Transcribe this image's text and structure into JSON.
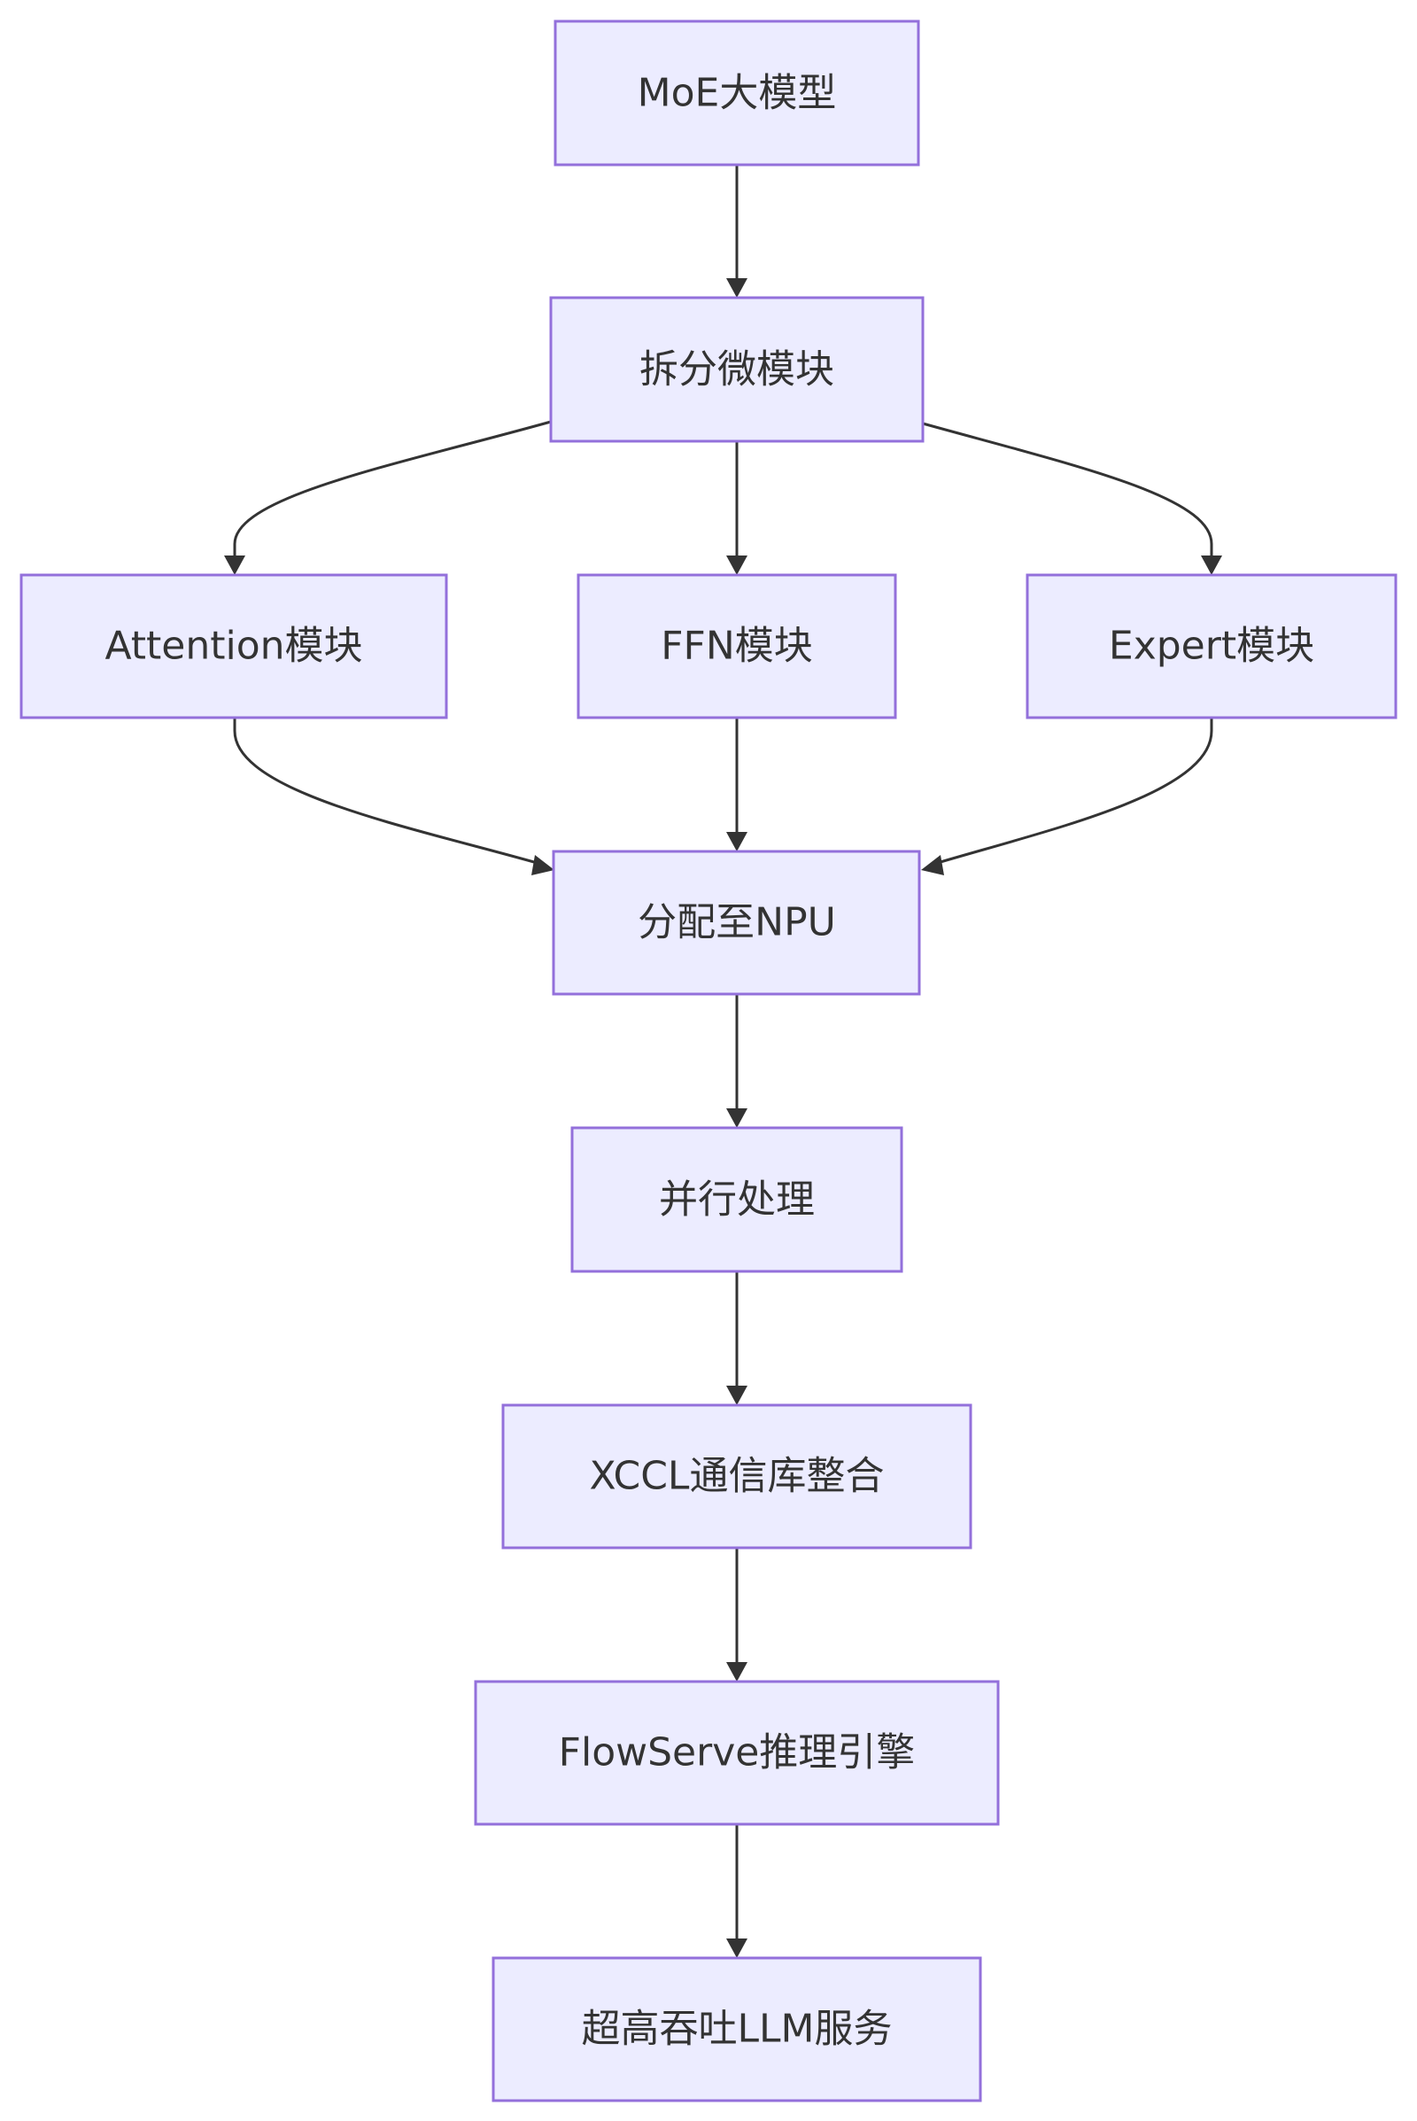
{
  "nodes": {
    "moe_model": "MoE大模型",
    "split_modules": "拆分微模块",
    "attention_module": "Attention模块",
    "ffn_module": "FFN模块",
    "expert_module": "Expert模块",
    "assign_npu": "分配至NPU",
    "parallel_processing": "并行处理",
    "xccl_integration": "XCCL通信库整合",
    "flowserve_engine": "FlowServe推理引擎",
    "llm_service": "超高吞吐LLM服务"
  },
  "edges": [
    {
      "from": "moe_model",
      "to": "split_modules"
    },
    {
      "from": "split_modules",
      "to": "attention_module"
    },
    {
      "from": "split_modules",
      "to": "ffn_module"
    },
    {
      "from": "split_modules",
      "to": "expert_module"
    },
    {
      "from": "attention_module",
      "to": "assign_npu"
    },
    {
      "from": "ffn_module",
      "to": "assign_npu"
    },
    {
      "from": "expert_module",
      "to": "assign_npu"
    },
    {
      "from": "assign_npu",
      "to": "parallel_processing"
    },
    {
      "from": "parallel_processing",
      "to": "xccl_integration"
    },
    {
      "from": "xccl_integration",
      "to": "flowserve_engine"
    },
    {
      "from": "flowserve_engine",
      "to": "llm_service"
    }
  ],
  "colors": {
    "node_fill": "#ECECFF",
    "node_stroke": "#9370DB",
    "edge": "#333333",
    "text": "#333333"
  }
}
